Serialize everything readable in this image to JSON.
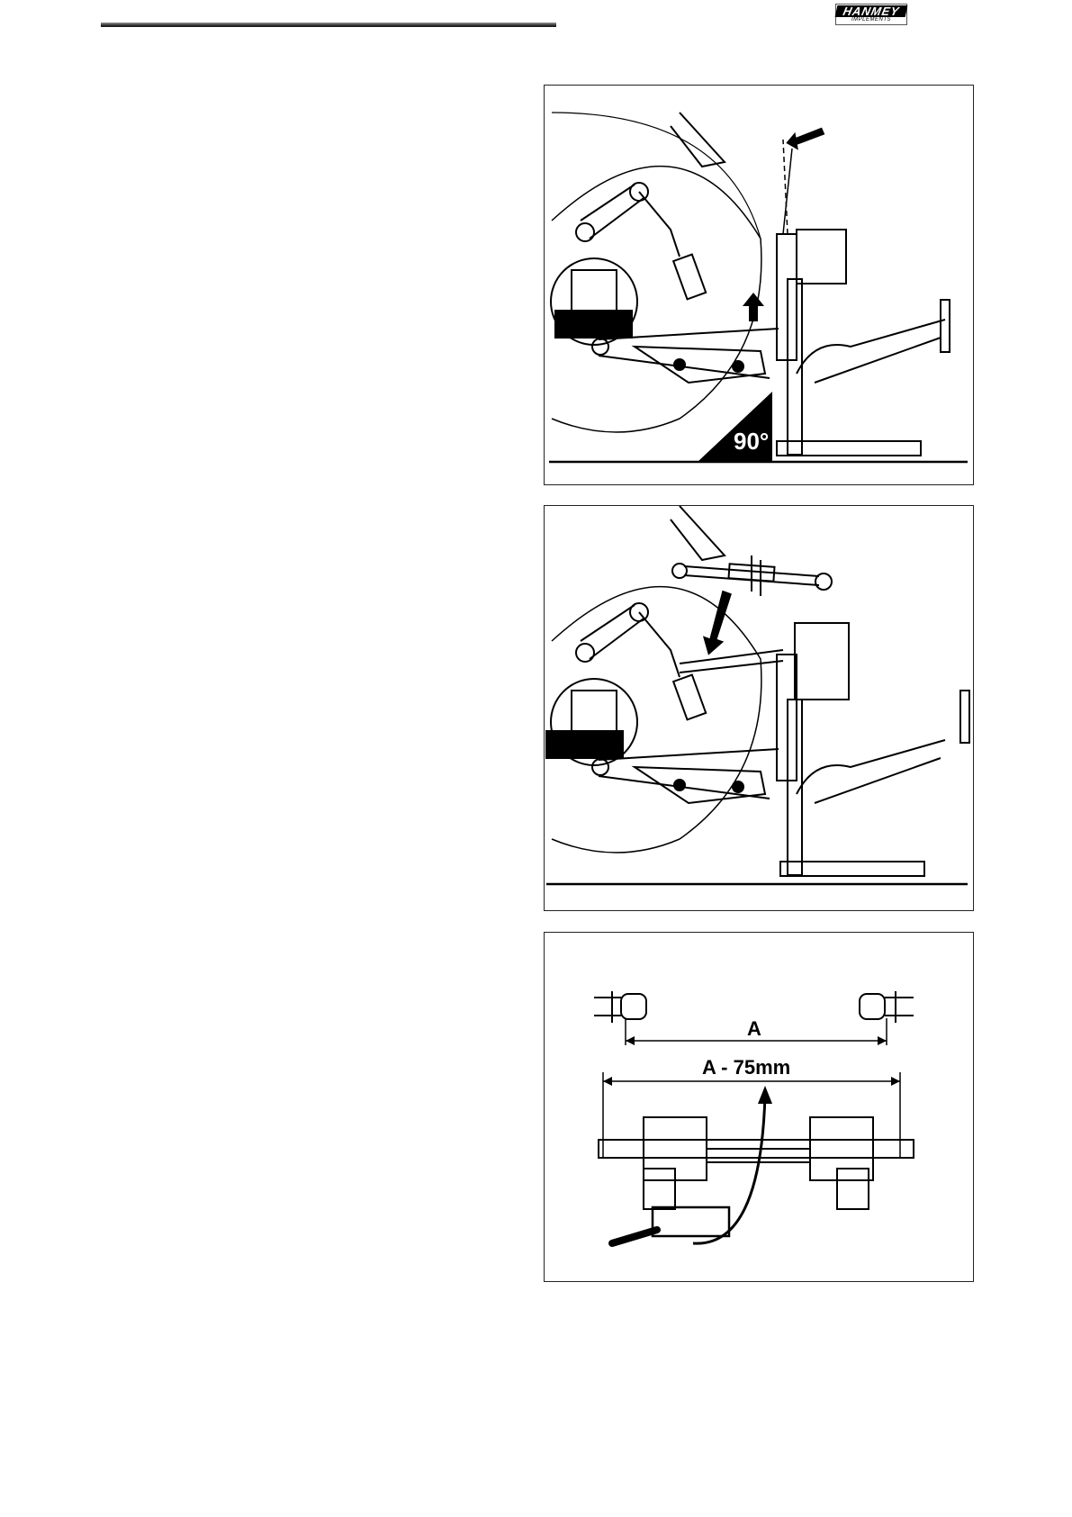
{
  "header": {
    "logo_brand": "HANMEY",
    "logo_subtitle": "IMPLEMENTS"
  },
  "figures": {
    "fig1": {
      "angle_label": "90°"
    },
    "fig3": {
      "dim_a": "A",
      "dim_cut": "A - 75mm"
    }
  }
}
